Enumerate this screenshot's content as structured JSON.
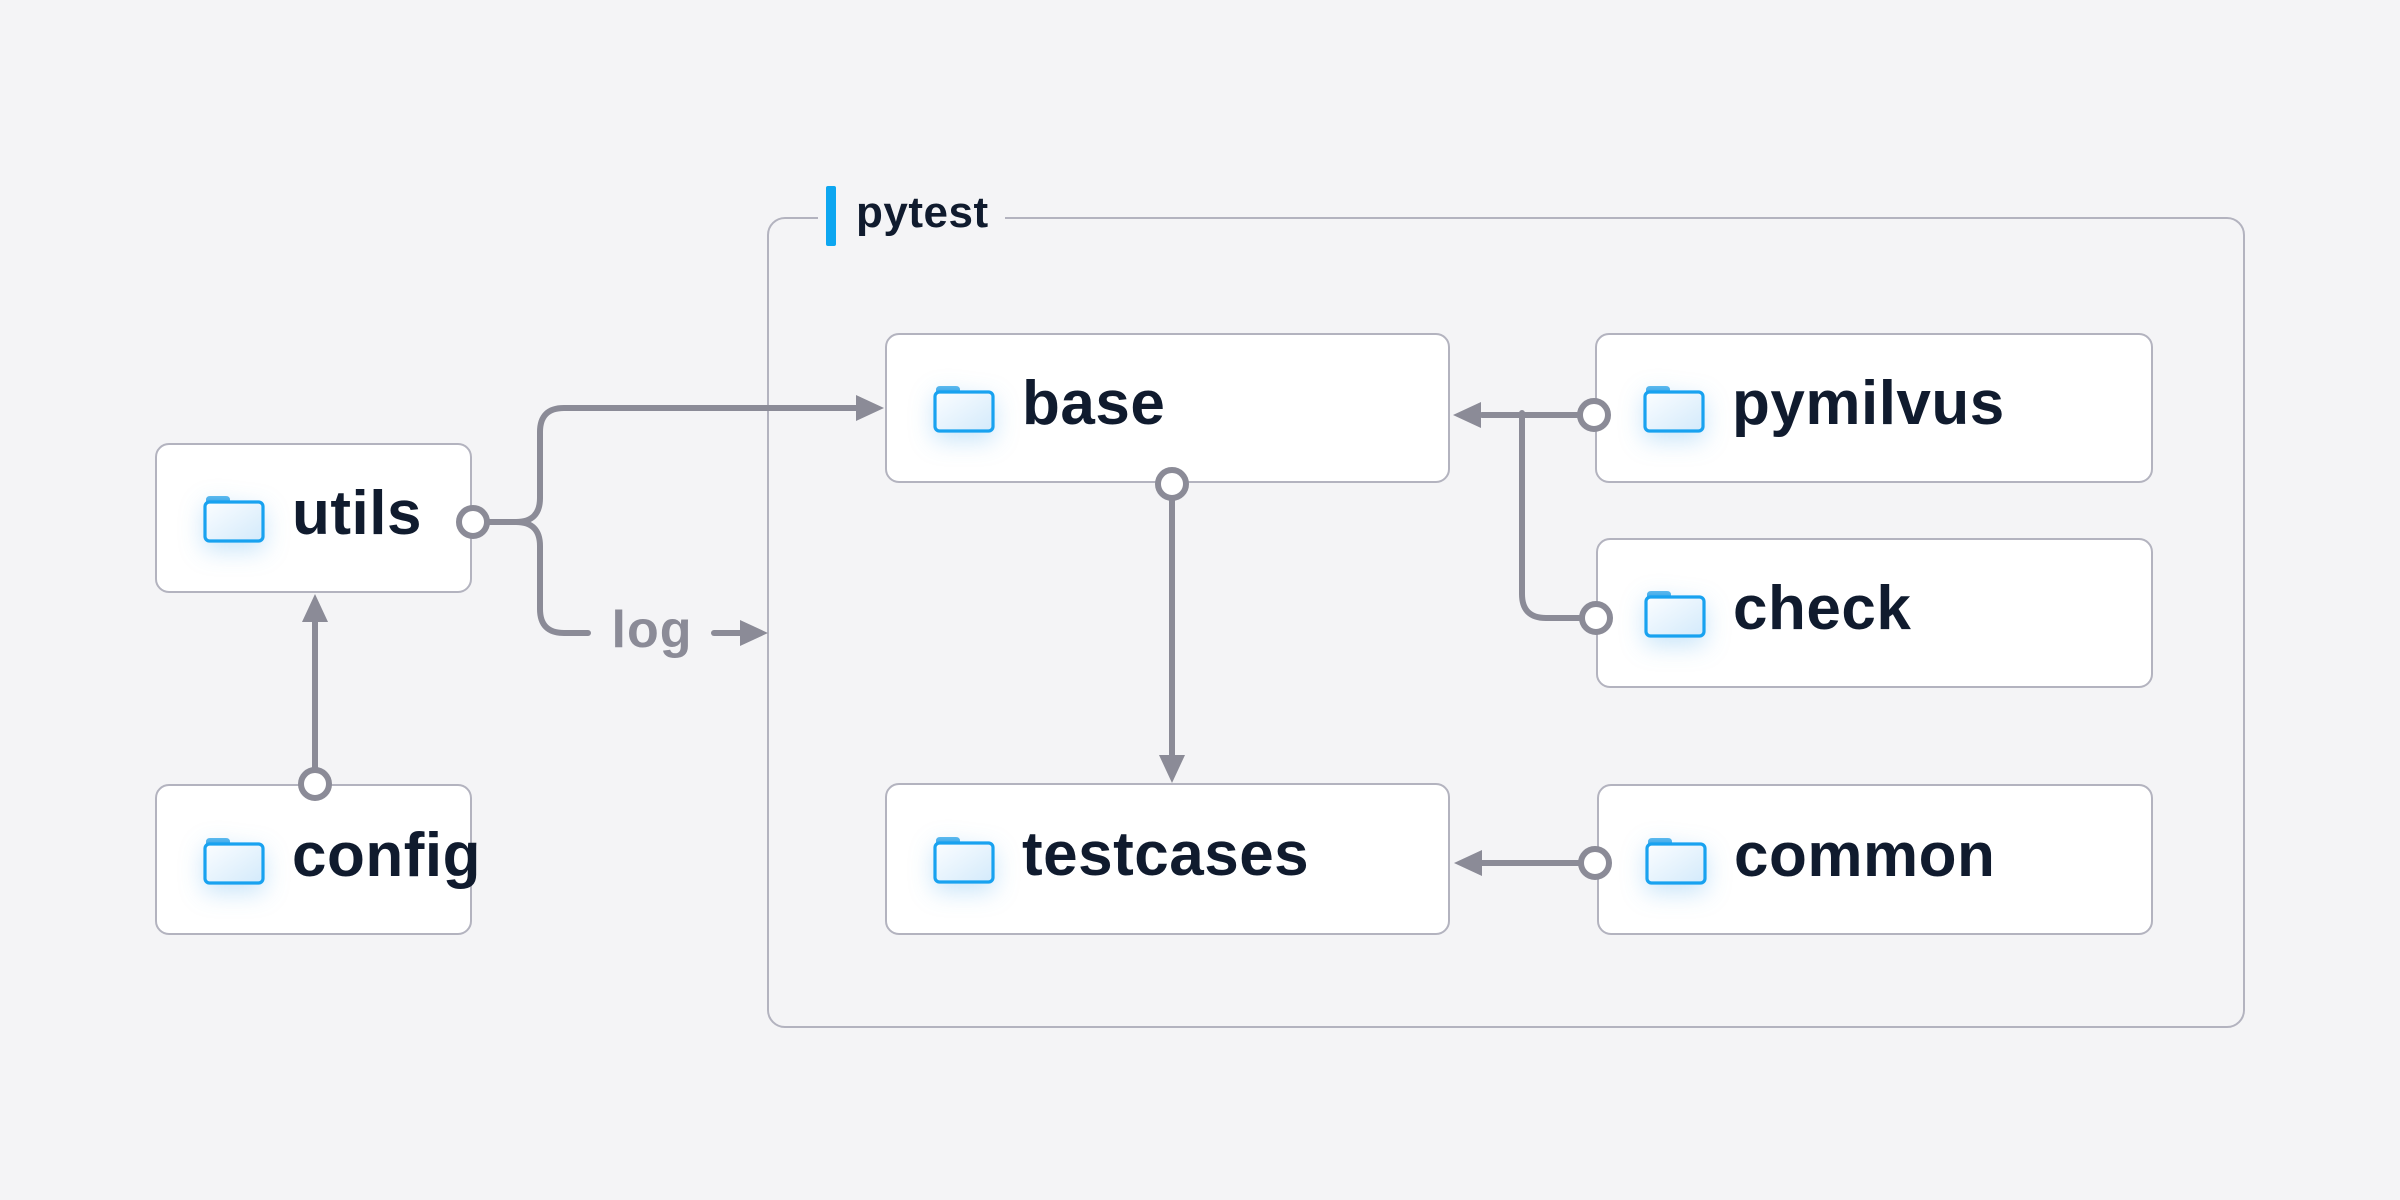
{
  "container": {
    "label": "pytest"
  },
  "nodes": [
    {
      "id": "utils",
      "label": "utils"
    },
    {
      "id": "config",
      "label": "config"
    },
    {
      "id": "base",
      "label": "base"
    },
    {
      "id": "pymilvus",
      "label": "pymilvus"
    },
    {
      "id": "check",
      "label": "check"
    },
    {
      "id": "testcases",
      "label": "testcases"
    },
    {
      "id": "common",
      "label": "common"
    }
  ],
  "edges": [
    {
      "from": "config",
      "to": "utils"
    },
    {
      "from": "utils",
      "to": "base"
    },
    {
      "from": "utils",
      "to": "log",
      "label": "log"
    },
    {
      "from": "pymilvus",
      "to": "base"
    },
    {
      "from": "check",
      "to": "base"
    },
    {
      "from": "base",
      "to": "testcases"
    },
    {
      "from": "common",
      "to": "testcases"
    }
  ],
  "edge_label": {
    "text": "log"
  },
  "icons": {
    "node_icon": "folder-icon"
  },
  "colors": {
    "background": "#f4f4f6",
    "accent_blue": "#0da6f0",
    "edge_gray": "#8b8b97",
    "border_gray": "#b3b3bf",
    "label_navy": "#101b2e",
    "folder_outline": "#18a2f0"
  }
}
